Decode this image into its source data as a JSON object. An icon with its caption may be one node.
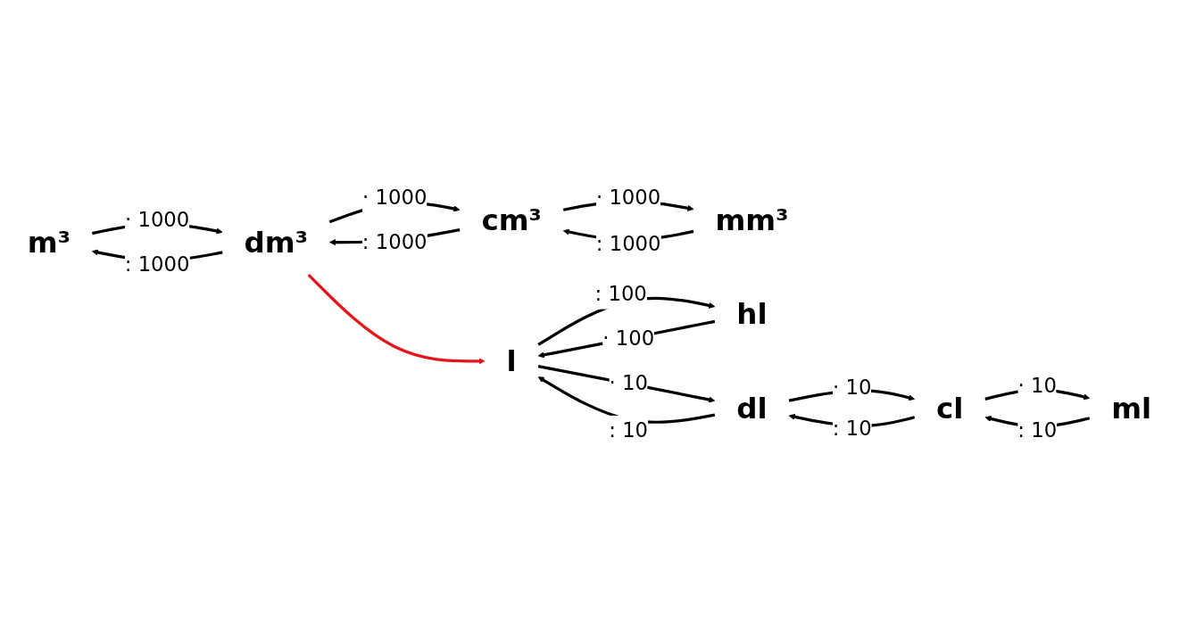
{
  "diagram": {
    "nodes": [
      {
        "text": [
          "m³"
        ]
      },
      {
        "text": [
          "dm³"
        ]
      },
      {
        "text": [
          "cm³"
        ]
      },
      {
        "text": [
          "mm³"
        ]
      },
      {
        "text": [
          "hl"
        ]
      },
      {
        "text": [
          "l"
        ]
      },
      {
        "text": [
          "dl"
        ]
      },
      {
        "text": [
          "cl"
        ]
      },
      {
        "text": [
          "ml"
        ]
      }
    ],
    "edges": [
      {
        "from": 1,
        "to": 0,
        "arrow": "to",
        "label": ": 1000"
      },
      {
        "from": 0,
        "to": 1,
        "arrow": "to",
        "label": "· 1000"
      },
      {
        "from": 2,
        "to": 1,
        "arrow": "to",
        "label": ": 1000"
      },
      {
        "from": 1,
        "to": 2,
        "arrow": "to",
        "label": "· 1000"
      },
      {
        "from": 3,
        "to": 2,
        "arrow": "to",
        "label": ": 1000"
      },
      {
        "from": 2,
        "to": 3,
        "arrow": "to",
        "label": "· 1000"
      },
      {
        "from": 1,
        "to": 5,
        "arrow": "to",
        "color": "#e8141c"
      },
      {
        "from": 5,
        "to": 4,
        "arrow": "to",
        "label": ": 100"
      },
      {
        "from": 4,
        "to": 5,
        "arrow": "to",
        "label": "· 100"
      },
      {
        "from": 6,
        "to": 5,
        "arrow": "to",
        "label": ": 10"
      },
      {
        "from": 5,
        "to": 6,
        "arrow": "to",
        "label": "· 10"
      },
      {
        "from": 7,
        "to": 6,
        "arrow": "to",
        "label": ": 10"
      },
      {
        "from": 6,
        "to": 7,
        "arrow": "to",
        "label": "· 10"
      },
      {
        "from": 8,
        "to": 7,
        "arrow": "to",
        "label": ": 10"
      },
      {
        "from": 7,
        "to": 8,
        "arrow": "to",
        "label": "· 10"
      }
    ]
  }
}
